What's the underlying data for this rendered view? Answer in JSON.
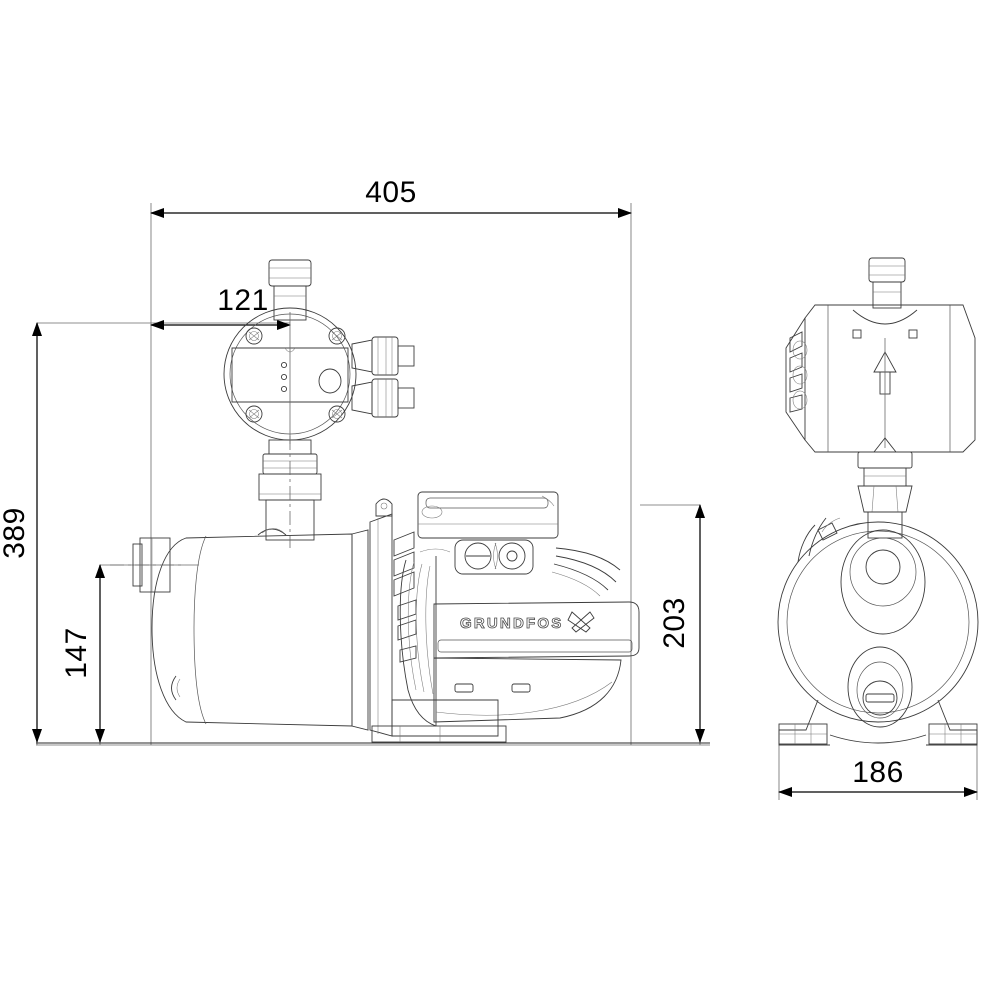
{
  "drawing": {
    "type": "technical-dimension-drawing",
    "subject": "Grundfos self-priming jet pump with pressure manager",
    "units": "mm",
    "brand": "GRUNDFOS",
    "views": [
      {
        "id": "side-view",
        "name": "Side elevation view"
      },
      {
        "id": "front-view",
        "name": "Front elevation view"
      }
    ]
  },
  "dimensions": {
    "overall_width": {
      "value": "405",
      "label": "405",
      "orientation": "horizontal",
      "view": "side-view",
      "description": "Overall length of pump assembly"
    },
    "inlet_offset": {
      "value": "121",
      "label": "121",
      "orientation": "horizontal",
      "view": "side-view",
      "description": "Offset to pressure manager centre"
    },
    "overall_height": {
      "value": "389",
      "label": "389",
      "orientation": "vertical",
      "view": "side-view",
      "description": "Overall height including pressure manager"
    },
    "port_height": {
      "value": "147",
      "label": "147",
      "orientation": "vertical",
      "view": "side-view",
      "description": "Height of suction port centreline"
    },
    "body_height": {
      "value": "203",
      "label": "203",
      "orientation": "vertical",
      "view": "side-view",
      "description": "Height of pump body"
    },
    "overall_depth": {
      "value": "186",
      "label": "186",
      "orientation": "horizontal",
      "view": "front-view",
      "description": "Overall width of pump front view"
    }
  },
  "components": {
    "pressure_manager": {
      "name": "Pressure Manager",
      "indicator_leds": 3,
      "corner_screws": 4,
      "cable_glands": 2,
      "push_button": 1
    },
    "pump_body": {
      "name": "Pump housing with GRUNDFOS branding"
    },
    "motor": {
      "name": "Electric motor with cooling fins"
    },
    "suction_port": {
      "name": "Suction port flange"
    },
    "feet": {
      "name": "Mounting feet",
      "count": 2
    }
  },
  "colors": {
    "line": "#3c3c3c",
    "dimension": "#000000",
    "background": "#ffffff"
  }
}
